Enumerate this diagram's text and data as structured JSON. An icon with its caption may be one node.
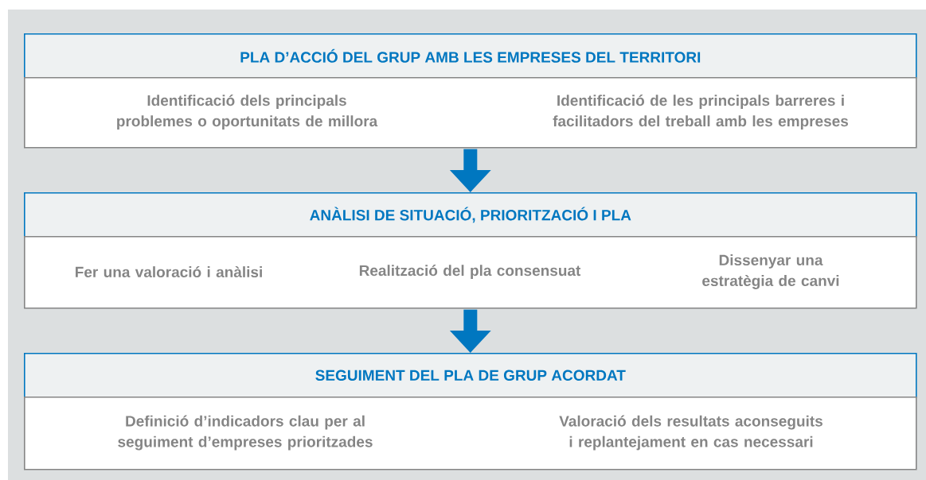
{
  "diagram": {
    "nodes": [
      {
        "text": [
          "PLA D’ACCIÓ DEL GRUP AMB LES EMPRESES DEL TERRITORI"
        ]
      },
      {
        "text": [
          "Identificació dels principals problemes o oportunitats de millora",
          "Identificació de les principals barreres i facilitadors del treball amb les empreses"
        ]
      },
      {
        "text": [
          "ANÀLISI DE SITUACIÓ, PRIORITZACIÓ I PLA"
        ]
      },
      {
        "text": [
          "Fer una valoració i anàlisi",
          "Realització del pla consensuat",
          "Dissenyar una estratègia de canvi"
        ]
      },
      {
        "text": [
          "SEGUIMENT DEL PLA DE GRUP ACORDAT"
        ]
      },
      {
        "text": [
          "Definició d’indicadors clau per al seguiment d’empreses prioritzades",
          "Valoració dels resultats aconseguits i replantejament en cas necessari"
        ]
      }
    ],
    "edges": [
      {
        "from": 1,
        "to": 2,
        "arrow": "to"
      },
      {
        "from": 3,
        "to": 4,
        "arrow": "to"
      }
    ]
  }
}
